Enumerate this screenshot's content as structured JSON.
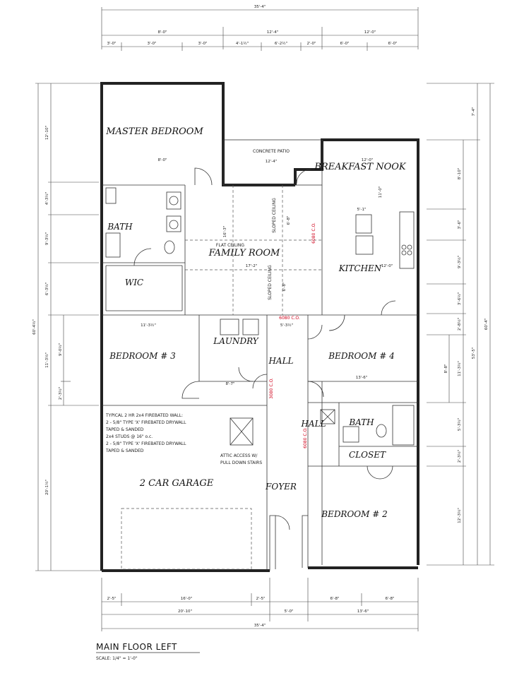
{
  "rooms": {
    "master_bedroom": "MASTER BEDROOM",
    "breakfast_nook": "BREAKFAST NOOK",
    "bath_master": "BATH",
    "family_room": "FAMILY ROOM",
    "kitchen": "KITCHEN",
    "wic": "WIC",
    "laundry": "LAUNDRY",
    "bedroom3": "BEDROOM # 3",
    "hall": "HALL",
    "bedroom4": "BEDROOM # 4",
    "hall2": "HALL",
    "bath2": "BATH",
    "closet": "CLOSET",
    "garage": "2 CAR GARAGE",
    "foyer": "FOYER",
    "bedroom2": "BEDROOM # 2"
  },
  "notes": {
    "concrete_patio": "CONCRETE PATIO",
    "patio_dim": "12'-4\"",
    "flat_ceiling": "FLAT CEILING",
    "sloped_ceiling_1": "SLOPED CEILING",
    "sloped_ceiling_2": "SLOPED CEILING",
    "firewall": [
      "TYPICAL 2 HR 2x4 FIREBATED WALL:",
      "2 - 5/8\" TYPE 'X' FIREBATED DRYWALL",
      "TAPED & SANDED",
      "2x4 STUDS @ 16\" o.c.",
      "2 - 5/8\" TYPE 'X' FIREBATED DRYWALL",
      "TAPED & SANDED"
    ],
    "attic": [
      "ATTIC ACCESS W/",
      "PULL DOWN STAIRS"
    ],
    "co_1": "6080 C.O.",
    "co_2": "6080 C.O.",
    "co_3": "3080 C.O.",
    "co_4": "6080 C.O."
  },
  "dims": {
    "top_overall": "35'-4\"",
    "top_row2": [
      "8'-0\"",
      "12'-4\"",
      "12'-0\""
    ],
    "top_row3": [
      "3'-0\"",
      "3'-0\"",
      "3'-0\"",
      "4'-1½\"",
      "6'-2½\"",
      "2'-0\"",
      "6'-0\"",
      "6'-0\""
    ],
    "bottom_row1": [
      "2'-5\"",
      "16'-0\"",
      "2'-5\"",
      "6'-8\"",
      "6'-8\""
    ],
    "bottom_row2": [
      "20'-10\"",
      "5'-0\"",
      "13'-6\""
    ],
    "bottom_overall": "35'-4\"",
    "left_overall": "60'-4½\"",
    "left_seg": [
      "12'-10\"",
      "4'-3½\"",
      "9'-3½\"",
      "6'-3½\"",
      "11'-3½\"",
      "20'-1½\""
    ],
    "left_inner": [
      "9'-0½\"",
      "2'-3½\""
    ],
    "right_overall": "60'-4\"",
    "right_outer": [
      "7'-4\"",
      "53'-5\""
    ],
    "right_seg": [
      "8'-10\"",
      "3'-6\"",
      "9'-3½\"",
      "3'-6½\"",
      "2'-8½\"",
      "11'-3½\"",
      "5'-3½\"",
      "2'-3½\"",
      "12'-3½\""
    ],
    "right_inner": [
      "8'-8\""
    ],
    "interior": [
      "8'-0\"",
      "12'-0\"",
      "11'-0\"",
      "5'-1\"",
      "11'-3½\"",
      "5'-3½\"",
      "8'-7\"",
      "13'-6\"",
      "16'-3\"",
      "17'-2\"",
      "12'-0\"",
      "6'-8\"",
      "6'-8\""
    ]
  },
  "title": {
    "main": "MAIN FLOOR LEFT",
    "scale": "SCALE: 1/4\" = 1'-0\""
  }
}
